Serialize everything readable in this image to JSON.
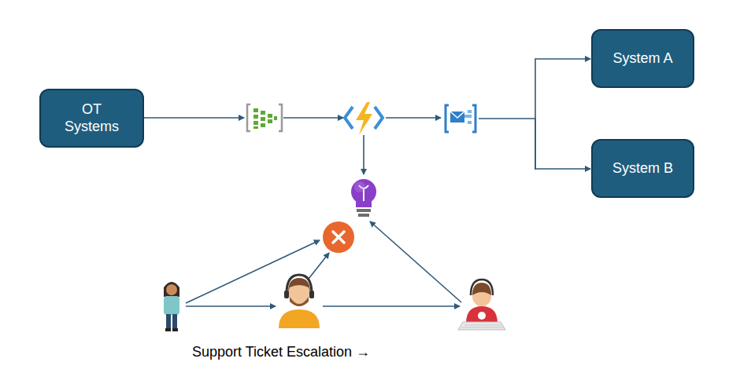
{
  "diagram": {
    "nodes": [
      {
        "text": [
          "OT Systems"
        ]
      },
      {
        "text": [
          "System A"
        ]
      },
      {
        "text": [
          "System B"
        ]
      }
    ],
    "labels": [
      "Support Ticket Escalation →"
    ]
  }
}
